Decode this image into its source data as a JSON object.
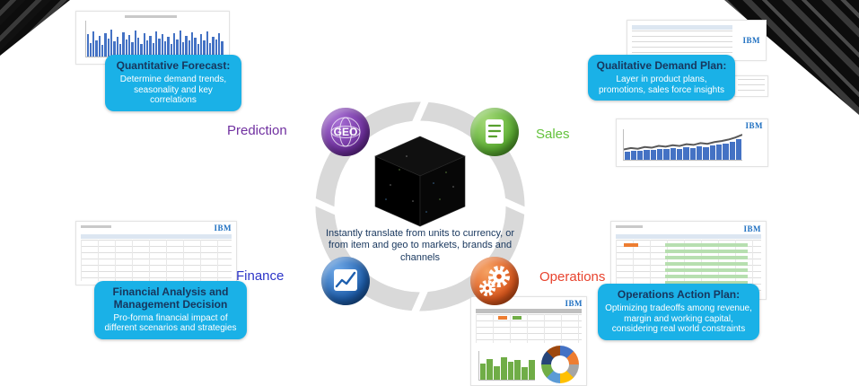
{
  "center": {
    "caption": "Instantly translate from units to currency, or from item and geo to markets, brands and channels"
  },
  "labels": {
    "prediction": "Prediction",
    "sales": "Sales",
    "finance": "Finance",
    "operations": "Operations"
  },
  "callouts": {
    "quantitative": {
      "title": "Quantitative Forecast:",
      "body": "Determine demand trends, seasonality and key correlations"
    },
    "qualitative": {
      "title": "Qualitative Demand Plan:",
      "body": "Layer in product plans, promotions, sales force insights"
    },
    "financial": {
      "title": "Financial Analysis and Management Decision",
      "body": "Pro-forma financial impact of different scenarios and strategies"
    },
    "operations": {
      "title": "Operations Action Plan:",
      "body": "Optimizing tradeoffs among revenue, margin and working capital, considering real world constraints"
    }
  },
  "icons": {
    "geo_label": "GEO",
    "doc_icon": "document-list-icon",
    "chart_icon": "line-chart-icon",
    "gear_icon": "gears-icon"
  },
  "logos": {
    "ibm": "IBM"
  },
  "colors": {
    "callout_bg": "#1ab1e7",
    "callout_title": "#17365d",
    "callout_body": "#ffffff",
    "prediction_label": "#7030a0",
    "sales_label": "#63c23c",
    "finance_label": "#2d35c8",
    "operations_label": "#e8432e",
    "ring_gray": "#d9d9d9",
    "icon_purple": "#7030a0",
    "icon_green": "#5cb032",
    "icon_blue": "#1e5fae",
    "icon_orange": "#e05a1e",
    "bar_blue": "#4472c4",
    "bar_green": "#70ad47",
    "caption_text": "#17365d",
    "ibm_blue": "#1f70c1"
  },
  "thumbnails": {
    "quant_bars": [
      62,
      38,
      70,
      45,
      58,
      33,
      66,
      50,
      74,
      42,
      55,
      36,
      68,
      48,
      60,
      40,
      72,
      52,
      34,
      64,
      46,
      58,
      38,
      70,
      50,
      62,
      42,
      54,
      36,
      66,
      48,
      72,
      40,
      58,
      44,
      68,
      52,
      34,
      62,
      46,
      70,
      38,
      56,
      48,
      64,
      42
    ],
    "sales_bars": [
      26,
      30,
      28,
      33,
      31,
      36,
      34,
      38,
      36,
      41,
      39,
      44,
      42,
      47,
      50,
      54,
      60,
      68
    ],
    "ops_bars": [
      55,
      72,
      48,
      78,
      62,
      68,
      45,
      70
    ],
    "donut_colors": [
      "#4472c4",
      "#ed7d31",
      "#a5a5a5",
      "#ffc000",
      "#5b9bd5",
      "#70ad47",
      "#264478",
      "#9e480e"
    ]
  }
}
